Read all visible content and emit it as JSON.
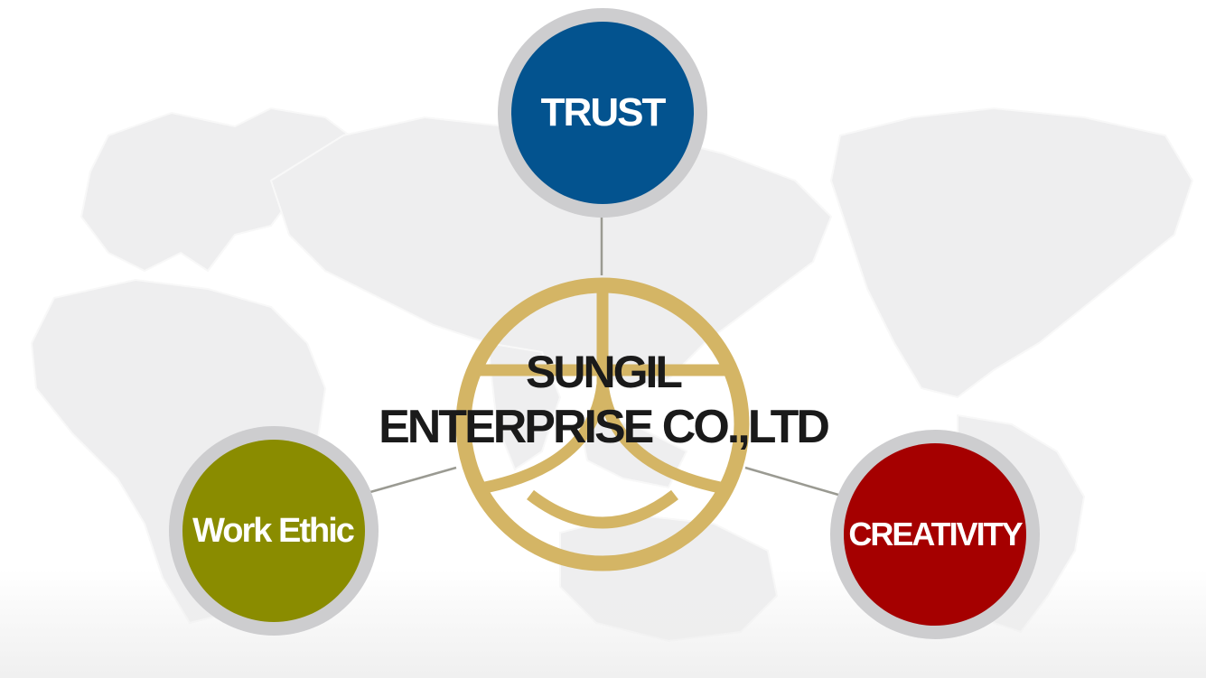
{
  "company": {
    "line1": "SUNGIL",
    "line2": "ENTERPRISE CO.,LTD"
  },
  "values": {
    "trust": {
      "label": "TRUST",
      "color": "#03538f"
    },
    "work_ethic": {
      "label": "Work Ethic",
      "color": "#8a8c00"
    },
    "creativity": {
      "label": "CREATIVITY",
      "color": "#a50000"
    }
  },
  "colors": {
    "emblem": "#d4b565",
    "ring": "#cdcdcf",
    "connector": "#9a9a92",
    "map": "#ededee"
  }
}
